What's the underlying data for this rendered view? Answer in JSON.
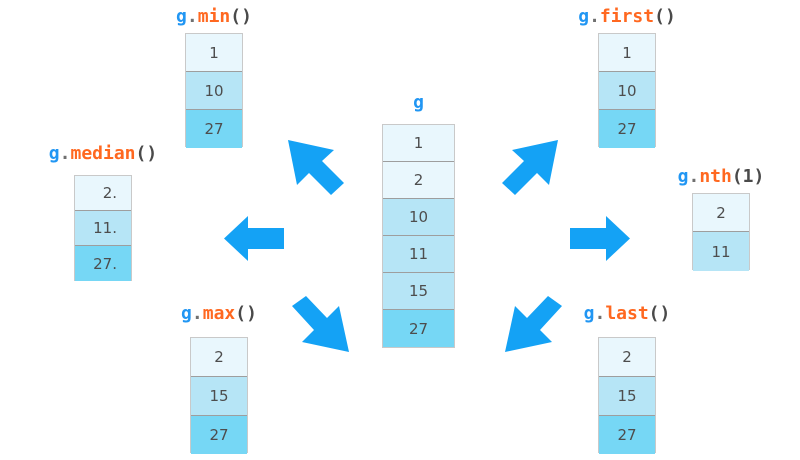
{
  "diagram": {
    "title": "pandas groupby selection and aggregation methods",
    "accent_blue": "#14a2f5",
    "object_color": "#2196f3",
    "method_color": "#ff6820",
    "paren_color": "#4a4a4a",
    "cell_tier_colors": [
      "#e9f7fd",
      "#b6e5f6",
      "#76d7f5"
    ]
  },
  "source": {
    "label": {
      "object": "g",
      "dot": "",
      "method": "",
      "open": "",
      "arg": "",
      "close": ""
    },
    "name": "g",
    "values": [
      "1",
      "2",
      "10",
      "11",
      "15",
      "27"
    ],
    "tiers": [
      0,
      0,
      1,
      1,
      1,
      2
    ]
  },
  "results": [
    {
      "id": "min",
      "label": {
        "object": "g",
        "dot": ".",
        "method": "min",
        "open": "(",
        "arg": "",
        "close": ")"
      },
      "values": [
        "1",
        "10",
        "27"
      ],
      "tiers": [
        0,
        1,
        2
      ],
      "align": "center"
    },
    {
      "id": "median",
      "label": {
        "object": "g",
        "dot": ".",
        "method": "median",
        "open": "(",
        "arg": "",
        "close": ")"
      },
      "values": [
        "2.",
        "11.",
        "27."
      ],
      "tiers": [
        0,
        1,
        2
      ],
      "align": "right"
    },
    {
      "id": "max",
      "label": {
        "object": "g",
        "dot": ".",
        "method": "max",
        "open": "(",
        "arg": "",
        "close": ")"
      },
      "values": [
        "2",
        "15",
        "27"
      ],
      "tiers": [
        0,
        1,
        2
      ],
      "align": "center"
    },
    {
      "id": "first",
      "label": {
        "object": "g",
        "dot": ".",
        "method": "first",
        "open": "(",
        "arg": "",
        "close": ")"
      },
      "values": [
        "1",
        "10",
        "27"
      ],
      "tiers": [
        0,
        1,
        2
      ],
      "align": "center"
    },
    {
      "id": "nth",
      "label": {
        "object": "g",
        "dot": ".",
        "method": "nth",
        "open": "(",
        "arg": "1",
        "close": ")"
      },
      "values": [
        "2",
        "11"
      ],
      "tiers": [
        0,
        1
      ],
      "align": "center"
    },
    {
      "id": "last",
      "label": {
        "object": "g",
        "dot": ".",
        "method": "last",
        "open": "(",
        "arg": "",
        "close": ")"
      },
      "values": [
        "2",
        "15",
        "27"
      ],
      "tiers": [
        0,
        1,
        2
      ],
      "align": "center"
    }
  ],
  "arrows": [
    {
      "id": "up-left",
      "direction": "up-left",
      "target": "min"
    },
    {
      "id": "left",
      "direction": "left",
      "target": "median"
    },
    {
      "id": "down-left",
      "direction": "down-left",
      "target": "max"
    },
    {
      "id": "up-right",
      "direction": "up-right",
      "target": "first"
    },
    {
      "id": "right",
      "direction": "right",
      "target": "nth"
    },
    {
      "id": "down-right",
      "direction": "down-right",
      "target": "last"
    }
  ]
}
